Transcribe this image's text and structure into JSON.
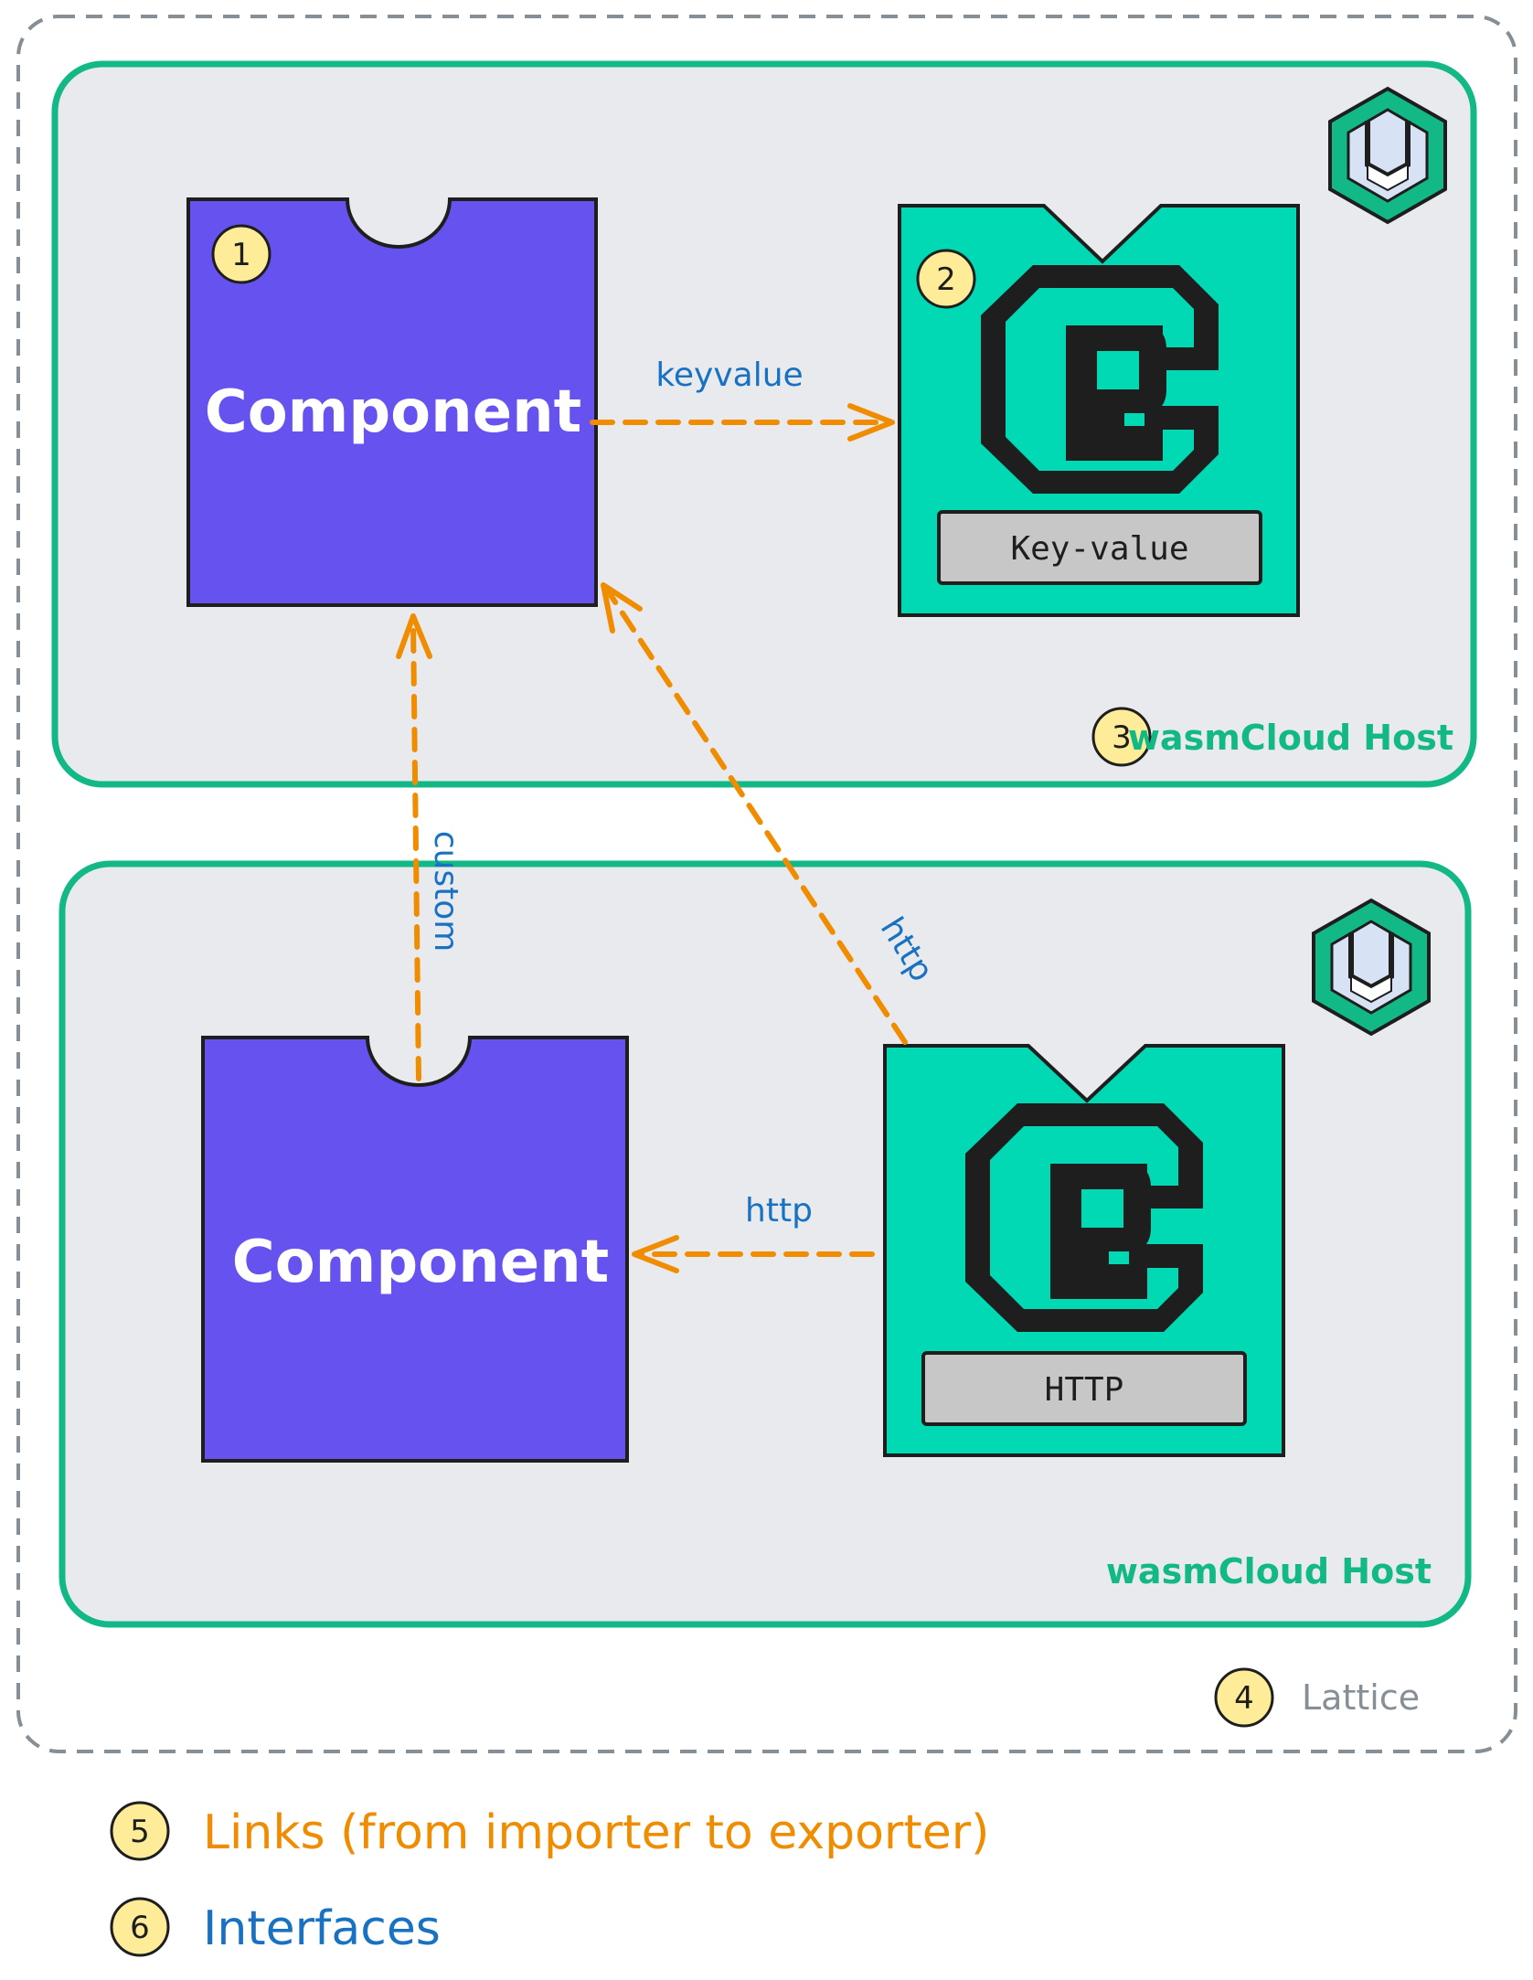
{
  "colors": {
    "component": "#6552ef",
    "provider": "#00d9b4",
    "host_border": "#12b886",
    "host_fill": "#e8eaed",
    "link": "#f08c00",
    "interface_text": "#1971c2",
    "badge": "#ffec99",
    "lattice_border": "#868e96"
  },
  "host_top": {
    "label": "wasmCloud Host",
    "badge": "3",
    "icon": "wasmcloud-logo-icon",
    "component": {
      "label": "Component",
      "badge": "1"
    },
    "provider": {
      "label": "Key-value",
      "badge": "2",
      "icon": "provider-logo-icon"
    },
    "link_interface": "keyvalue"
  },
  "host_bottom": {
    "label": "wasmCloud Host",
    "icon": "wasmcloud-logo-icon",
    "component": {
      "label": "Component"
    },
    "provider": {
      "label": "HTTP",
      "icon": "provider-logo-icon"
    },
    "link_interface": "http"
  },
  "cross_links": {
    "custom": "custom",
    "http": "http"
  },
  "lattice": {
    "label": "Lattice",
    "badge": "4"
  },
  "legend": [
    {
      "badge": "5",
      "text": "Links (from importer to exporter)"
    },
    {
      "badge": "6",
      "text": "Interfaces"
    }
  ]
}
